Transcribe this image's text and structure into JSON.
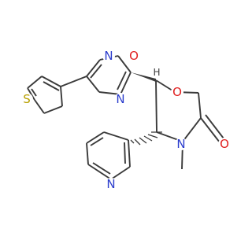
{
  "structure": {
    "atoms": [
      {
        "id": "thio_S",
        "element": "S",
        "label": "S"
      },
      {
        "id": "oxd_O",
        "element": "O",
        "label": "O"
      },
      {
        "id": "oxd_N2",
        "element": "N",
        "label": "N"
      },
      {
        "id": "oxd_N4",
        "element": "N",
        "label": "N"
      },
      {
        "id": "morph_O",
        "element": "O",
        "label": "O"
      },
      {
        "id": "morph_N",
        "element": "N",
        "label": "N"
      },
      {
        "id": "carbonyl_O",
        "element": "O",
        "label": "O"
      },
      {
        "id": "pyr_N",
        "element": "N",
        "label": "N"
      }
    ],
    "stereo_labels": [
      "H"
    ]
  },
  "colors": {
    "bond": "#3a3a3a",
    "N": "#2b3ccc",
    "O": "#e02020",
    "S": "#b8a000",
    "background": "#ffffff"
  }
}
